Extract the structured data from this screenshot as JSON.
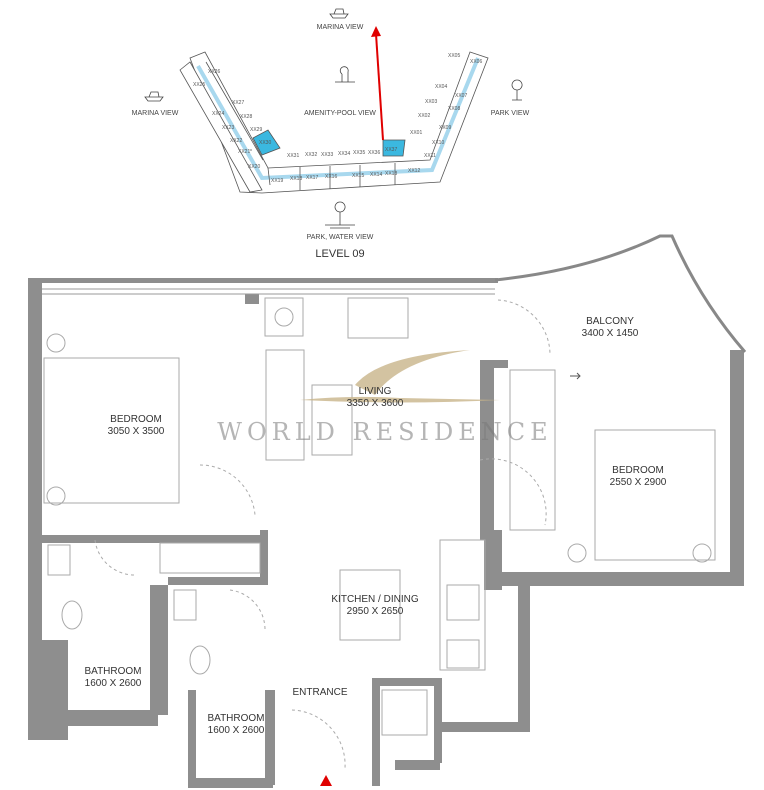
{
  "key_plan": {
    "views": {
      "top": "MARINA VIEW",
      "left": "MARINA VIEW",
      "center": "AMENITY-POOL VIEW",
      "right": "PARK VIEW",
      "bottom": "PARK, WATER VIEW"
    },
    "level": "LEVEL 09",
    "highlight_color": "#3bb8e0",
    "arrow_color": "#e00000",
    "units_left_wing": [
      "XX26",
      "XX25",
      "XX27",
      "XX24",
      "XX28",
      "XX23",
      "XX29",
      "XX22",
      "XX30",
      "XX21",
      "XX20"
    ],
    "units_bottom": [
      "XX31",
      "XX32",
      "XX33",
      "XX34",
      "XX35",
      "XX36",
      "XX37",
      "XX19",
      "XX18",
      "XX17",
      "XX16",
      "XX15",
      "XX14",
      "XX13",
      "XX12"
    ],
    "units_right_wing": [
      "XX05",
      "XX06",
      "XX04",
      "XX07",
      "XX03",
      "XX08",
      "XX02",
      "XX09",
      "XX01",
      "XX10",
      "XX11"
    ]
  },
  "rooms": {
    "balcony": {
      "name": "BALCONY",
      "size": "3400 X 1450"
    },
    "bedroom_left": {
      "name": "BEDROOM",
      "size": "3050 X 3500"
    },
    "living": {
      "name": "LIVING",
      "size": "3350 X 3600"
    },
    "bedroom_right": {
      "name": "BEDROOM",
      "size": "2550 X 2900"
    },
    "kitchen": {
      "name": "KITCHEN / DINING",
      "size": "2950 X 2650"
    },
    "bathroom_left": {
      "name": "BATHROOM",
      "size": "1600 X 2600"
    },
    "bathroom_center": {
      "name": "BATHROOM",
      "size": "1600 X 2600"
    },
    "entrance": {
      "name": "ENTRANCE"
    }
  },
  "watermark": "WORLD RESIDENCE",
  "colors": {
    "wall": "#8e8e8e",
    "entrance_marker": "#e00000",
    "logo_gold": "#c8b48a"
  }
}
